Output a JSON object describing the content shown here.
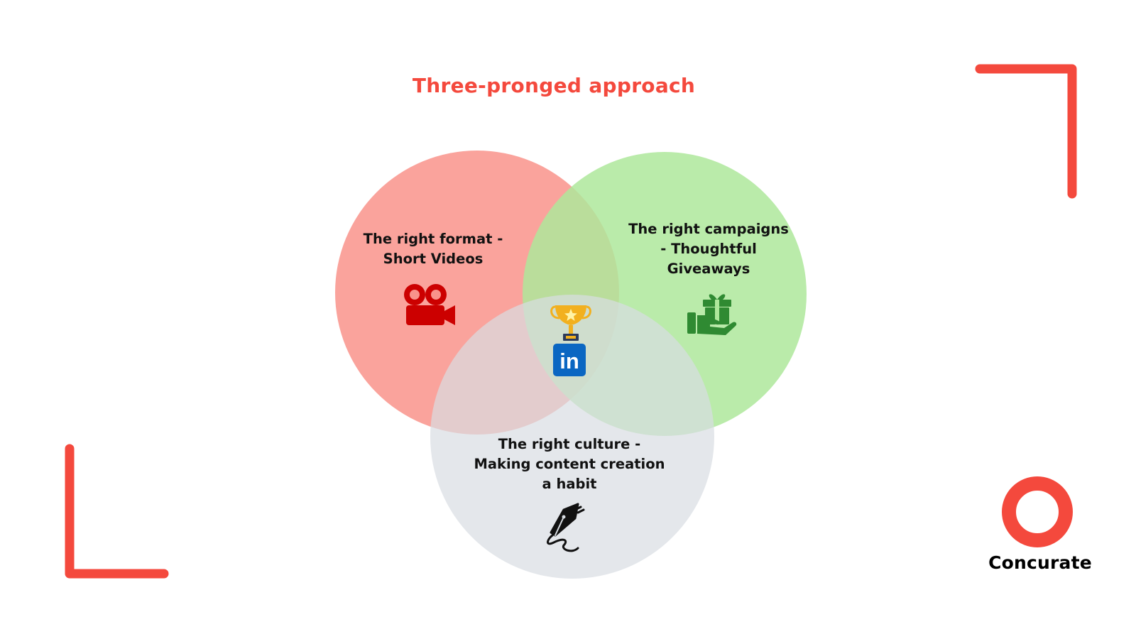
{
  "title": "Three-pronged approach",
  "circles": [
    {
      "label": "The right format -\nShort Videos",
      "icon": "movie-camera-icon",
      "color": "#f9938b"
    },
    {
      "label": "The right campaigns\n- Thoughtful\nGiveaways",
      "icon": "gift-in-hand-icon",
      "color": "#aee89b"
    },
    {
      "label": "The right culture -\nMaking content creation\na habit",
      "icon": "fountain-pen-icon",
      "color": "#d8dde2"
    }
  ],
  "center": {
    "icons": [
      "trophy-icon",
      "linkedin-icon"
    ],
    "linkedin_text": "in"
  },
  "brand": {
    "name": "Concurate"
  },
  "colors": {
    "accent": "#f4493d",
    "title": "#f4493d",
    "video_icon": "#cc0000",
    "gift_icon": "#2f8a32",
    "linkedin": "#0a66c2"
  }
}
